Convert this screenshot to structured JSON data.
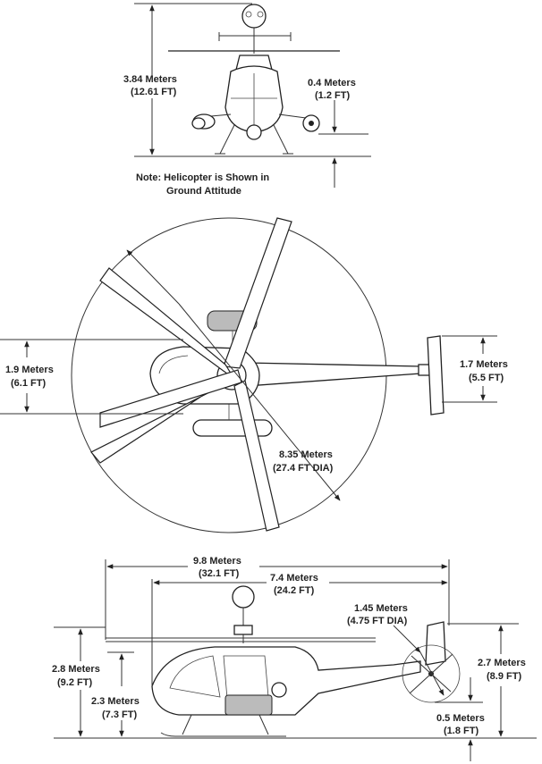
{
  "front_view": {
    "height": {
      "metric": "3.84 Meters",
      "imperial": "(12.61 FT)"
    },
    "clearance": {
      "metric": "0.4 Meters",
      "imperial": "(1.2 FT)"
    },
    "note_line1": "Note: Helicopter is Shown in",
    "note_line2": "Ground Attitude"
  },
  "top_view": {
    "fuselage_width": {
      "metric": "1.9 Meters",
      "imperial": "(6.1 FT)"
    },
    "stabilizer_width": {
      "metric": "1.7 Meters",
      "imperial": "(5.5 FT)"
    },
    "rotor_diameter": {
      "metric": "8.35 Meters",
      "imperial": "(27.4 FT DIA)"
    }
  },
  "side_view": {
    "overall_length": {
      "metric": "9.8 Meters",
      "imperial": "(32.1 FT)"
    },
    "fuselage_length": {
      "metric": "7.4 Meters",
      "imperial": "(24.2 FT)"
    },
    "tail_rotor_diameter": {
      "metric": "1.45 Meters",
      "imperial": "(4.75 FT DIA)"
    },
    "overall_height": {
      "metric": "2.8 Meters",
      "imperial": "(9.2 FT)"
    },
    "rotor_height": {
      "metric": "2.3 Meters",
      "imperial": "(7.3 FT)"
    },
    "tail_height": {
      "metric": "2.7 Meters",
      "imperial": "(8.9 FT)"
    },
    "tail_clearance": {
      "metric": "0.5 Meters",
      "imperial": "(1.8 FT)"
    }
  }
}
